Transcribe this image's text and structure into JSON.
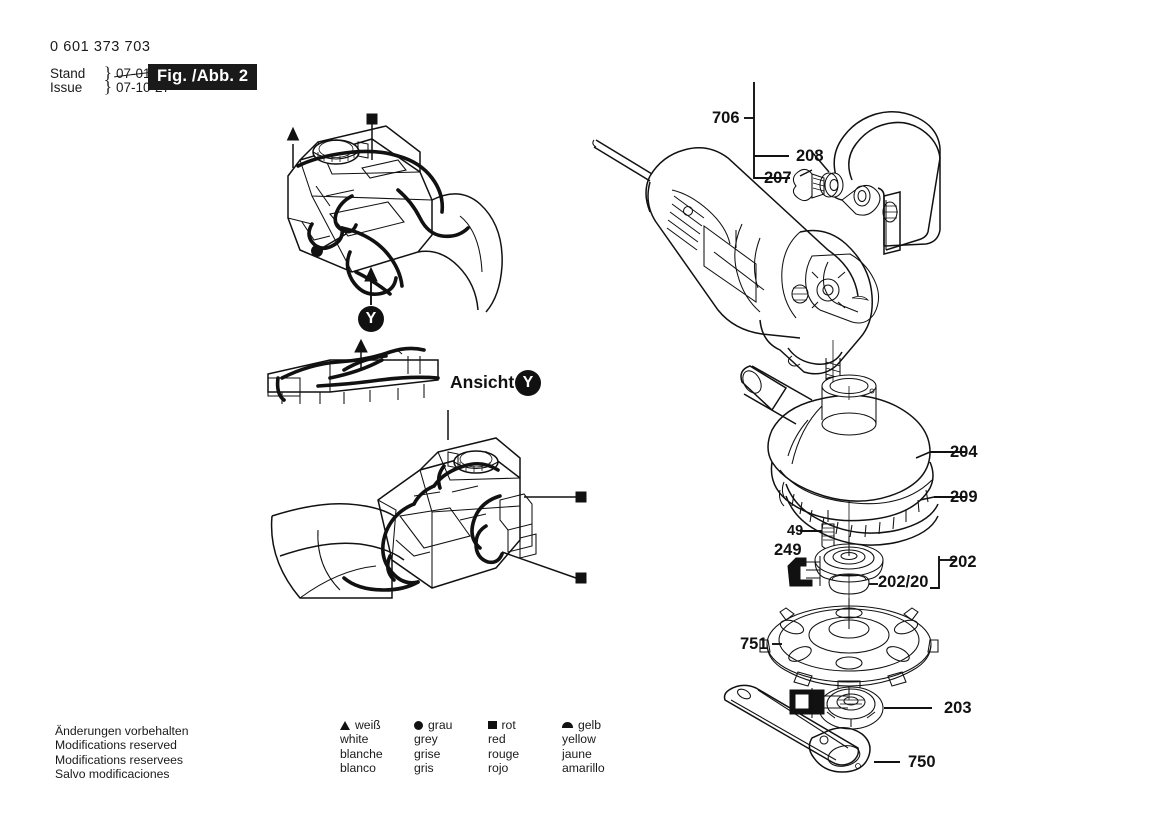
{
  "document": {
    "part_number": "0 601 373 703",
    "revision": {
      "stand_label": "Stand",
      "issue_label": "Issue",
      "stand_date": "07-01",
      "issue_date": "07-10-27",
      "stand_date_struck": true
    },
    "figure_badge": "Fig. /Abb. 2"
  },
  "footer": {
    "notes": [
      "Änderungen vorbehalten",
      "Modifications reserved",
      "Modifications reservees",
      "Salvo modificaciones"
    ]
  },
  "color_legend": [
    {
      "marker": "triangle",
      "terms": [
        "weiß",
        "white",
        "blanche",
        "blanco"
      ]
    },
    {
      "marker": "circle",
      "terms": [
        "grau",
        "grey",
        "grise",
        "gris"
      ]
    },
    {
      "marker": "square",
      "terms": [
        "rot",
        "red",
        "rouge",
        "rojo"
      ]
    },
    {
      "marker": "dome",
      "terms": [
        "gelb",
        "yellow",
        "jaune",
        "amarillo"
      ]
    }
  ],
  "views": {
    "ansicht_label": "Ansicht",
    "view_marker": "Y",
    "detail_top_marker": "Y",
    "detail_section_marker": "Y"
  },
  "callouts": {
    "handle_bracket": "706",
    "washer": "208",
    "screw_207": "207",
    "guard_204": "204",
    "brush_ring_209": "209",
    "flange_202": "202",
    "flange_sub_202_20": "202/20",
    "screw_49": "49",
    "connector_249": "249",
    "backing_pad_751": "751",
    "nut_203": "203",
    "wrench_750": "750"
  }
}
